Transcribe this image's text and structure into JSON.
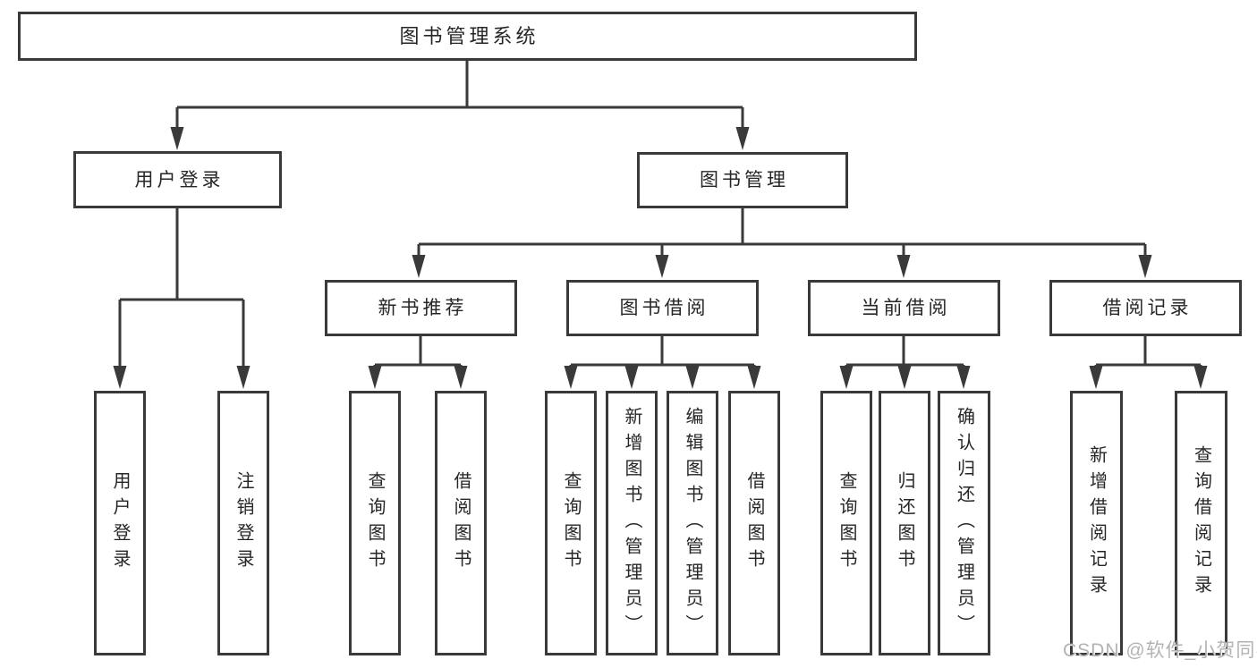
{
  "nodes": {
    "root": "图书管理系统",
    "user_login": "用户登录",
    "book_mgmt": "图书管理",
    "new_book": "新书推荐",
    "book_borrow": "图书借阅",
    "current_borrow": "当前借阅",
    "borrow_record": "借阅记录",
    "leaf_login": "用户登录",
    "leaf_logout": "注销登录",
    "leaf_nb_query": "查询图书",
    "leaf_nb_borrow": "借阅图书",
    "leaf_bb_query": "查询图书",
    "leaf_bb_add": "新增图书（管理员）",
    "leaf_bb_edit": "编辑图书（管理员）",
    "leaf_bb_borrow": "借阅图书",
    "leaf_cb_query": "查询图书",
    "leaf_cb_return": "归还图书",
    "leaf_cb_confirm": "确认归还（管理员）",
    "leaf_br_add": "新增借阅记录",
    "leaf_br_query": "查询借阅记录"
  },
  "watermark": "CSDN @软件_小贺同学",
  "colors": {
    "line": "#3a3a3a",
    "text": "#262626",
    "background": "#ffffff",
    "watermark": "#b3b3b3"
  }
}
